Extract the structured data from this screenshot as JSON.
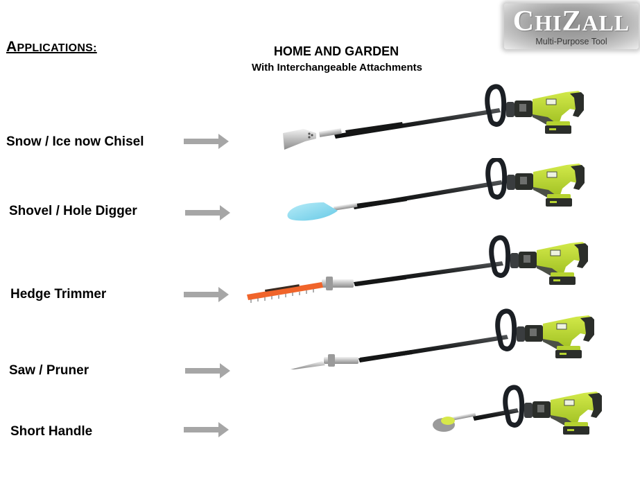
{
  "logo": {
    "brand_first": "C",
    "brand_rest_1": "HI",
    "brand_mid": "Z",
    "brand_rest_2": "ALL",
    "brand_full": "ChiZall",
    "tagline": "Multi-Purpose Tool"
  },
  "heading": {
    "first_letter": "A",
    "rest": "PPLICATIONS:",
    "full": "Applications:"
  },
  "header": {
    "title": "HOME AND GARDEN",
    "subtitle": "With Interchangeable Attachments"
  },
  "applications": [
    {
      "label": "Snow / Ice now Chisel",
      "attachment": "chisel-blade"
    },
    {
      "label": "Shovel / Hole Digger",
      "attachment": "shovel-blade"
    },
    {
      "label": "Hedge Trimmer",
      "attachment": "hedge-trimmer-blade"
    },
    {
      "label": "Saw / Pruner",
      "attachment": "saw-blade"
    },
    {
      "label": "Short Handle",
      "attachment": "wire-brush"
    }
  ],
  "colors": {
    "tool_body": "#b5d230",
    "tool_dark": "#2b2e2a",
    "arrow": "#a6a6a6",
    "shovel": "#8fdcef",
    "hedge_blade": "#f0642a",
    "steel": "#c9c9c9"
  }
}
